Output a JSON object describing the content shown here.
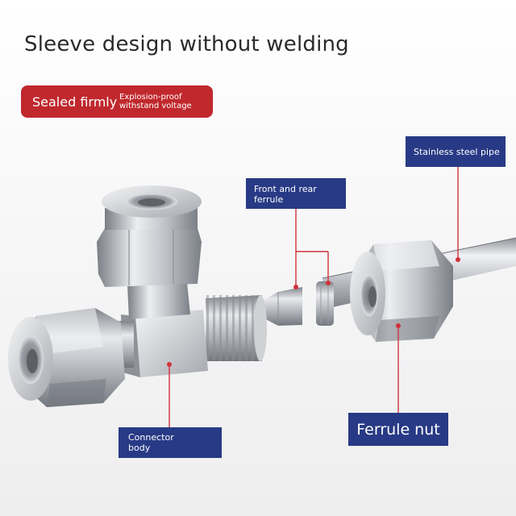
{
  "headline": "Sleeve design without welding",
  "badge": {
    "main": "Sealed firmly",
    "sub_line1": "Explosion-proof",
    "sub_line2": "withstand voltage",
    "color": "#c0282d"
  },
  "callouts": {
    "stainless_pipe": "Stainless steel pipe",
    "ferrule_line1": "Front and rear",
    "ferrule_line2": "ferrule",
    "body_line1": "Connector",
    "body_line2": "body",
    "ferrule_nut": "Ferrule nut"
  },
  "colors": {
    "label_bg": "#283a85",
    "leader_line": "#d1323a"
  }
}
